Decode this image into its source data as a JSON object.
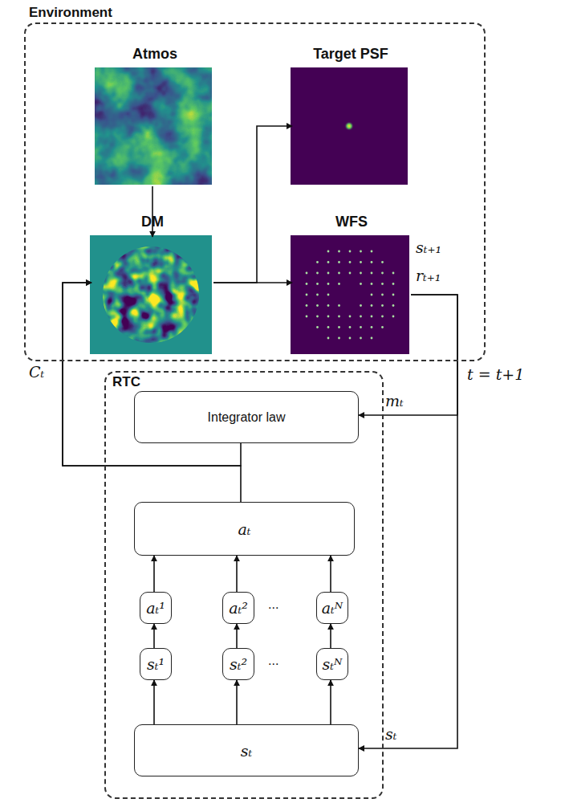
{
  "diagram": {
    "nodes": [
      {
        "text": [
          "Environment"
        ]
      },
      {
        "text": [
          "Atmos"
        ],
        "in": 0
      },
      {
        "text": [
          "Target PSF"
        ],
        "in": 0
      },
      {
        "text": [
          "DM"
        ],
        "in": 0
      },
      {
        "text": [
          "WFS"
        ],
        "in": 0
      },
      {
        "text": [
          "RTC"
        ]
      },
      {
        "text": [
          "Integrator law"
        ],
        "in": 5
      },
      {
        "text": [
          "aₜ"
        ],
        "in": 5
      },
      {
        "text": [
          "aₜ¹"
        ],
        "in": 5
      },
      {
        "text": [
          "aₜ²"
        ],
        "in": 5
      },
      {
        "text": [
          "aₜᴺ"
        ],
        "in": 5
      },
      {
        "text": [
          "sₜ¹"
        ],
        "in": 5
      },
      {
        "text": [
          "sₜ²"
        ],
        "in": 5
      },
      {
        "text": [
          "sₜᴺ"
        ],
        "in": 5
      },
      {
        "text": [
          "sₜ"
        ],
        "in": 5
      }
    ],
    "edges": [
      {
        "from": 1,
        "to": 3,
        "arrow": "to"
      },
      {
        "from": 3,
        "to": 2,
        "arrow": "to"
      },
      {
        "from": 3,
        "to": 4,
        "arrow": "to"
      },
      {
        "from": 4,
        "to": 6,
        "label": "mₜ",
        "arrow": "to"
      },
      {
        "from": 4,
        "to": 14,
        "label": "sₜ",
        "arrow": "to"
      },
      {
        "from": 6,
        "to": 3,
        "arrow": "to"
      },
      {
        "from": 7,
        "to": 3,
        "arrow": "to"
      },
      {
        "from": 14,
        "to": 11,
        "arrow": "to"
      },
      {
        "from": 14,
        "to": 12,
        "arrow": "to"
      },
      {
        "from": 14,
        "to": 13,
        "arrow": "to"
      },
      {
        "from": 11,
        "to": 8,
        "arrow": "to"
      },
      {
        "from": 12,
        "to": 9,
        "arrow": "to"
      },
      {
        "from": 13,
        "to": 10,
        "arrow": "to"
      },
      {
        "from": 8,
        "to": 7,
        "arrow": "to"
      },
      {
        "from": 9,
        "to": 7,
        "arrow": "to"
      },
      {
        "from": 10,
        "to": 7,
        "arrow": "to"
      }
    ],
    "labels": [
      "sₜ₊₁",
      "rₜ₊₁",
      "Cₜ",
      "t = t+1",
      "...",
      "..."
    ]
  }
}
